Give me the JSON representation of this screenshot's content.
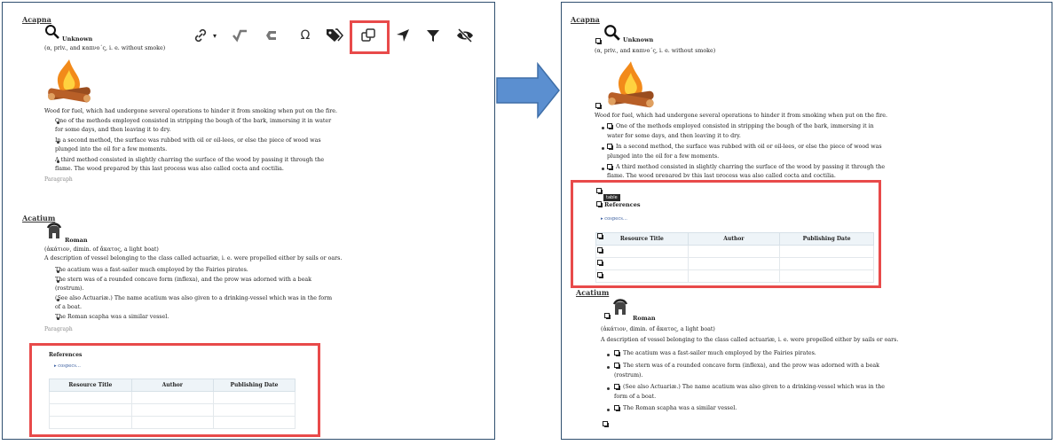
{
  "colors": {
    "highlight_red": "#e84a4a",
    "arrow_blue": "#5b8fd0",
    "table_header": "#eef4f8",
    "panel_border": "#2f4f6f"
  },
  "left": {
    "entry1": {
      "title": "Acapna",
      "image_label": "Unknown",
      "etymology": "(α, priv., and καπνο΄ς, i. e. without smoke)",
      "description": "Wood for fuel, which had undergone several operations to hinder it from smoking when put on the fire.",
      "bullets": [
        "One of the methods employed consisted in stripping the bough of the bark, immersing it in water",
        "for some days, and then leaving it to dry.",
        "In a second method, the surface was rubbed with oil or oil-lees, or else the piece of wood was",
        "plunged into the oil for a few moments.",
        "A third method consisted in slightly charring the surface of the wood by passing it through the",
        "flame. The wood prepared by this last process was also called cocta and coctilia."
      ],
      "paragraph_tag": "Paragraph"
    },
    "entry2": {
      "title": "Acatium",
      "image_label": "Roman",
      "etymology": "(ἀκάτιον, dimin. of ἄκατος, a light boat)",
      "description": "A description of vessel belonging to the class called actuariæ, i. e. were propelled either by sails or oars.",
      "bullets": [
        "The acatium was a fast-sailer much employed by the Fairies pirates.",
        "The stern was of a rounded concave form (inflexa), and the prow was adorned with a beak",
        "(rostrum).",
        "(See also Actuariæ.) The name acatium was also given to a drinking-vessel which was in the form",
        "of a boat.",
        "The Roman scapha was a similar vessel."
      ],
      "paragraph_tag": "Paragraph"
    },
    "references": {
      "heading": "References",
      "link": "cospecs...",
      "columns": [
        "Resource Title",
        "Author",
        "Publishing Date"
      ]
    },
    "toolbar": {
      "icons": [
        "link-icon",
        "dropdown-caret-icon",
        "check-root-icon",
        "c-shape-icon",
        "omega-icon",
        "tags-icon",
        "copy-icon",
        "navigate-arrow-icon",
        "filter-icon",
        "eye-off-icon"
      ],
      "caret": "▾",
      "omega": "Ω"
    }
  },
  "right": {
    "entry1": {
      "title": "Acapna",
      "image_label": "Unknown",
      "etymology": "(α, priv., and καπνο΄ς, i. e. without smoke)",
      "description": "Wood for fuel, which had undergone several operations to hinder it from smoking when put on the fire.",
      "bullets": [
        "One of the methods employed consisted in stripping the bough of the bark, immersing it in",
        "water for some days, and then leaving it to dry.",
        "In a second method, the surface was rubbed with oil or oil-lees, or else the piece of wood was",
        "plunged into the oil for a few moments.",
        "A third method consisted in slightly charring the surface of the wood by passing it through the",
        "flame. The wood prepared by this last process was also called cocta and coctilia."
      ]
    },
    "tooltip": "table",
    "references": {
      "heading": "References",
      "link": "cospecs...",
      "columns": [
        "Resource Title",
        "Author",
        "Publishing Date"
      ]
    },
    "entry2": {
      "title": "Acatium",
      "image_label": "Roman",
      "etymology": "(ἀκάτιον, dimin. of ἄκατος, a light boat)",
      "description": "A description of vessel belonging to the class called actuariæ, i. e. were propelled either by sails or oars.",
      "bullets": [
        "The acatium was a fast-sailer much employed by the Fairies pirates.",
        "The stern was of a rounded concave form (inflexa), and the prow was adorned with a beak",
        "(rostrum).",
        "(See also Actuariæ.) The name acatium was also given to a drinking-vessel which was in the",
        "form of a boat.",
        "The Roman scapha was a similar vessel."
      ]
    }
  }
}
